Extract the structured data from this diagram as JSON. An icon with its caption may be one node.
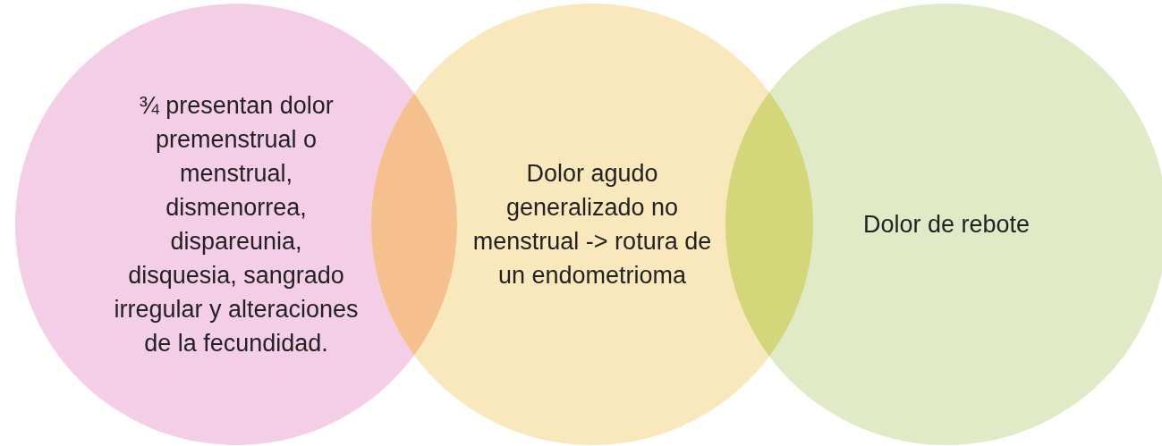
{
  "diagram": {
    "nodes": [
      {
        "text": [
          "¾ presentan dolor premenstrual o menstrual, dismenorrea, dispareunia, disquesia, sangrado irregular y alteraciones de la fecundidad."
        ]
      },
      {
        "text": [
          "Dolor agudo generalizado no menstrual -> rotura de un endometrioma"
        ]
      },
      {
        "text": [
          "Dolor de rebote"
        ]
      }
    ]
  }
}
